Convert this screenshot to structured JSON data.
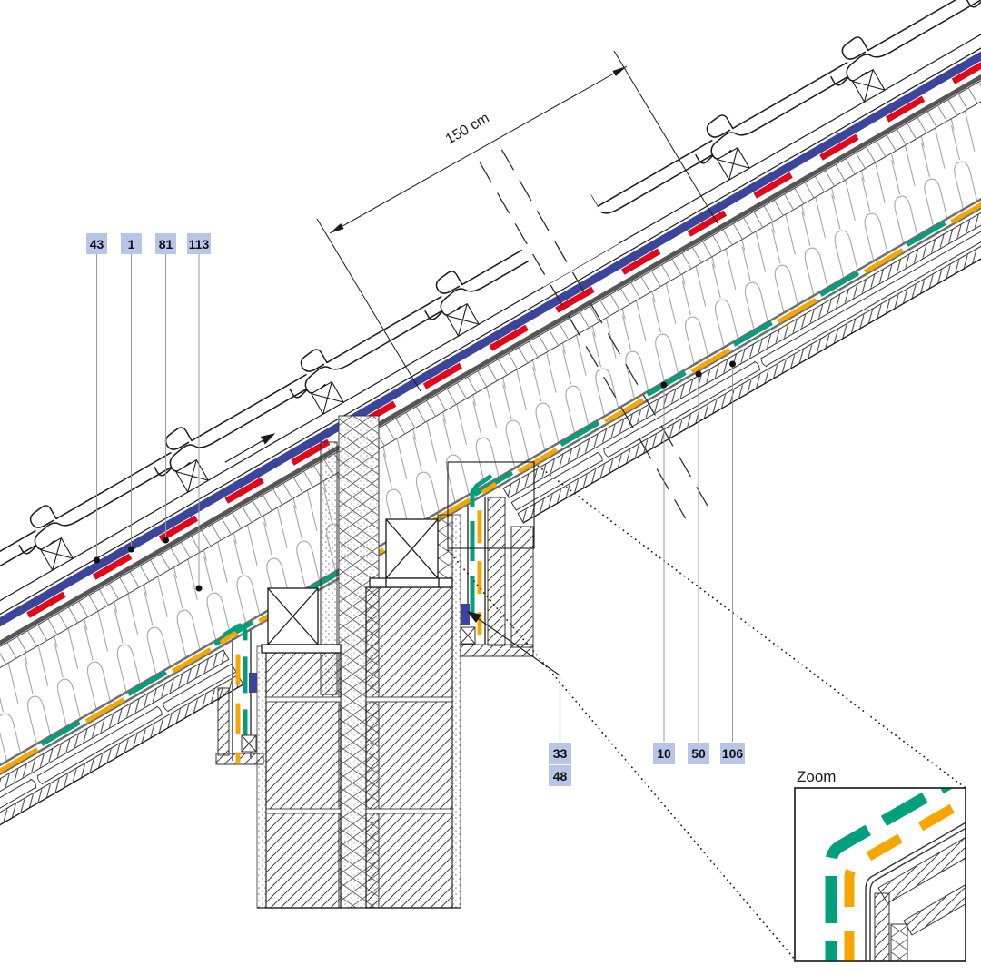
{
  "drawing_type": "roof-chimney construction section detail",
  "dimension": {
    "label": "150 cm"
  },
  "zoom_inset": {
    "title": "Zoom"
  },
  "callouts": {
    "top": [
      "43",
      "1",
      "81",
      "113"
    ],
    "stack": [
      "33",
      "48"
    ],
    "bottom": [
      "10",
      "50",
      "106"
    ]
  },
  "colors": {
    "membrane_blue": "#3A459B",
    "seal_red": "#E30617",
    "tape_teal": "#00A07E",
    "tape_orange": "#F7A600",
    "callout_bg": "#B7C5E9",
    "line_dark": "#1A1A1A",
    "line_gray": "#9A9A9A"
  }
}
